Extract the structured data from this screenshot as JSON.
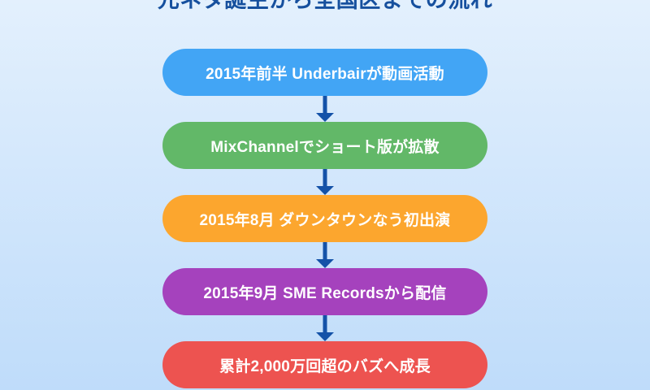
{
  "page": {
    "title": "元ネタ誕生から全国区までの流れ",
    "background_top_color": "#e3f0fd",
    "background_bottom_color": "#bfdcfa",
    "title_color": "#16509e",
    "arrow_color": "#1452a8"
  },
  "flow": {
    "nodes": [
      {
        "label": "2015年前半  Underbairが動画活動",
        "color": "#42a5f5"
      },
      {
        "label": "MixChannelでショート版が拡散",
        "color": "#62b868"
      },
      {
        "label": "2015年8月  ダウンタウンなう初出演",
        "color": "#fca62e"
      },
      {
        "label": "2015年9月  SME Recordsから配信",
        "color": "#a542bd"
      },
      {
        "label": "累計2,000万回超のバズへ成長",
        "color": "#ed5350"
      }
    ]
  }
}
